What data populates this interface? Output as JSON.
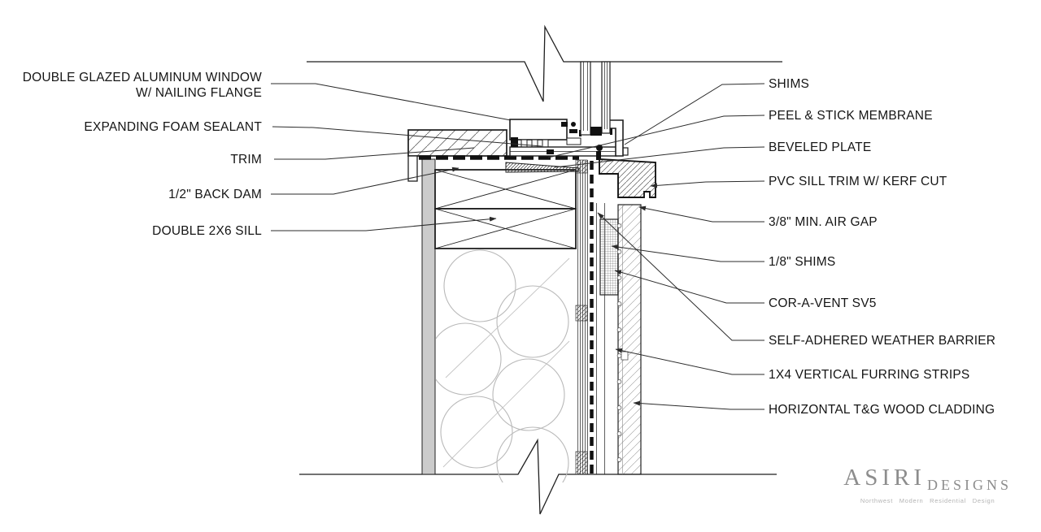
{
  "labels": {
    "left": [
      {
        "line1": "DOUBLE GLAZED ALUMINUM WINDOW",
        "line2": "W/ NAILING FLANGE"
      },
      {
        "text": "EXPANDING FOAM SEALANT"
      },
      {
        "text": "TRIM"
      },
      {
        "text": "1/2\" BACK DAM"
      },
      {
        "text": "DOUBLE 2X6 SILL"
      }
    ],
    "right": [
      {
        "text": "SHIMS"
      },
      {
        "text": "PEEL & STICK MEMBRANE"
      },
      {
        "text": "BEVELED PLATE"
      },
      {
        "text": "PVC SILL TRIM W/ KERF CUT"
      },
      {
        "text": "3/8\" MIN. AIR GAP"
      },
      {
        "text": "1/8\" SHIMS"
      },
      {
        "text": "COR-A-VENT SV5"
      },
      {
        "text": "SELF-ADHERED WEATHER BARRIER"
      },
      {
        "text": "1X4 VERTICAL FURRING STRIPS"
      },
      {
        "text": "HORIZONTAL T&G WOOD CLADDING"
      }
    ]
  },
  "logo": {
    "name": "ASIRI",
    "word2": "DESIGNS",
    "tagline": "Northwest  Modern  Residential  Design"
  },
  "colors": {
    "line": "#1f1f1f",
    "sheathing_gray": "#cbcbcb",
    "logo_gray": "#8d8d8d",
    "tagline_gray": "#b3b3b3",
    "background": "#ffffff"
  }
}
